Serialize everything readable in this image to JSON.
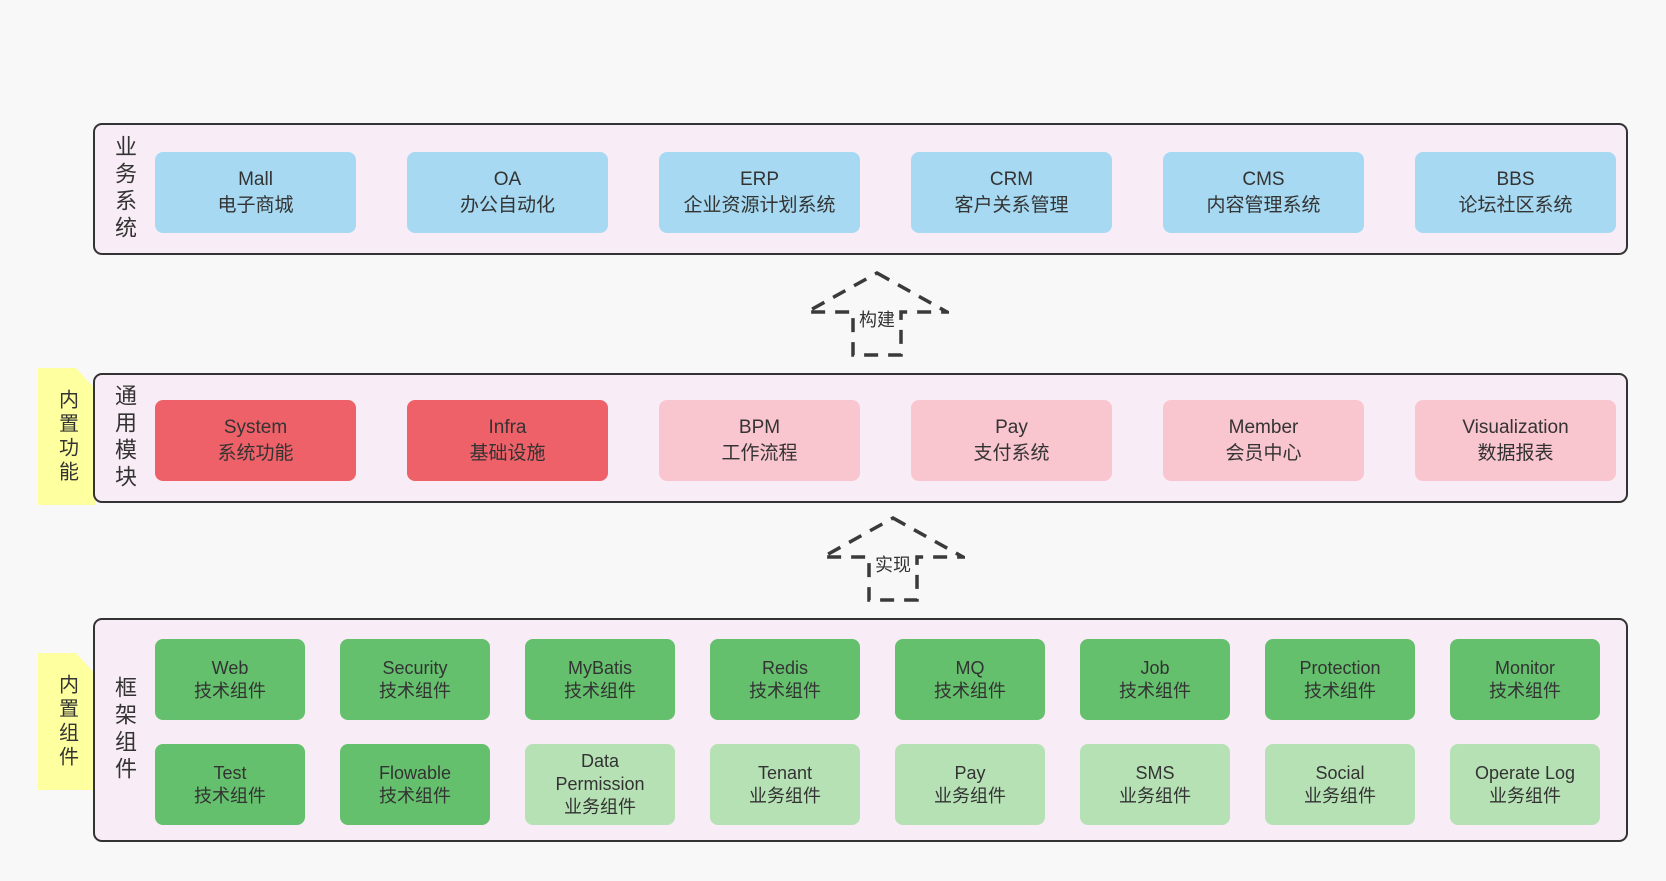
{
  "diagram": {
    "colors": {
      "page_bg": "#f8f8f8",
      "band_bg": "#f8edf6",
      "band_border": "#333333",
      "blue": "#a7daf2",
      "red": "#ef6168",
      "pink": "#f9c5cf",
      "green": "#64c06c",
      "light_green": "#b6e1b4",
      "sticky": "#feff9e",
      "sticky_fold": "#c9c9c9",
      "arrow": "#3a3a3a",
      "text": "#333333"
    },
    "bands": [
      {
        "label": "业务系统",
        "boxes": [
          {
            "title": "Mall",
            "subtitle": "电子商城"
          },
          {
            "title": "OA",
            "subtitle": "办公自动化"
          },
          {
            "title": "ERP",
            "subtitle": "企业资源计划系统"
          },
          {
            "title": "CRM",
            "subtitle": "客户关系管理"
          },
          {
            "title": "CMS",
            "subtitle": "内容管理系统"
          },
          {
            "title": "BBS",
            "subtitle": "论坛社区系统"
          }
        ]
      },
      {
        "label": "通用模块",
        "sticky": "内置功能",
        "boxes": [
          {
            "title": "System",
            "subtitle": "系统功能"
          },
          {
            "title": "Infra",
            "subtitle": "基础设施"
          },
          {
            "title": "BPM",
            "subtitle": "工作流程"
          },
          {
            "title": "Pay",
            "subtitle": "支付系统"
          },
          {
            "title": "Member",
            "subtitle": "会员中心"
          },
          {
            "title": "Visualization",
            "subtitle": "数据报表"
          }
        ]
      },
      {
        "label": "框架组件",
        "sticky": "内置组件",
        "row1": [
          {
            "title": "Web",
            "subtitle": "技术组件"
          },
          {
            "title": "Security",
            "subtitle": "技术组件"
          },
          {
            "title": "MyBatis",
            "subtitle": "技术组件"
          },
          {
            "title": "Redis",
            "subtitle": "技术组件"
          },
          {
            "title": "MQ",
            "subtitle": "技术组件"
          },
          {
            "title": "Job",
            "subtitle": "技术组件"
          },
          {
            "title": "Protection",
            "subtitle": "技术组件"
          },
          {
            "title": "Monitor",
            "subtitle": "技术组件"
          }
        ],
        "row2": [
          {
            "title": "Test",
            "subtitle": "技术组件"
          },
          {
            "title": "Flowable",
            "subtitle": "技术组件"
          },
          {
            "title": "Data Permission",
            "subtitle": "业务组件"
          },
          {
            "title": "Tenant",
            "subtitle": "业务组件"
          },
          {
            "title": "Pay",
            "subtitle": "业务组件"
          },
          {
            "title": "SMS",
            "subtitle": "业务组件"
          },
          {
            "title": "Social",
            "subtitle": "业务组件"
          },
          {
            "title": "Operate Log",
            "subtitle": "业务组件"
          }
        ]
      }
    ],
    "arrows": [
      {
        "label": "构建"
      },
      {
        "label": "实现"
      }
    ]
  }
}
